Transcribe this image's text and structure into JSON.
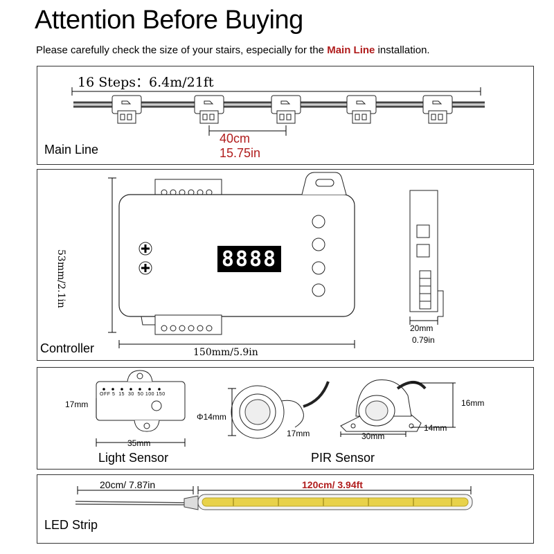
{
  "header": {
    "title": "Attention Before Buying",
    "notice_pre": "Please carefully check the size of your stairs, especially for the ",
    "notice_highlight": "Main Line",
    "notice_post": " installation."
  },
  "main_line": {
    "label": "Main Line",
    "steps_text": "16 Steps：6.4m/21ft",
    "spacing_cm": "40cm",
    "spacing_in": "15.75in"
  },
  "controller": {
    "label": "Controller",
    "height_dim": "53mm/2.1in",
    "width_dim": "150mm/5.9in",
    "depth_mm": "20mm",
    "depth_in": "0.79in",
    "display_digits": "8888",
    "dial_labels": [
      "OFF",
      "5",
      "15",
      "30",
      "50",
      "100",
      "150"
    ]
  },
  "sensors": {
    "light_label": "Light Sensor",
    "pir_label": "PIR Sensor",
    "light_height": "17mm",
    "light_width": "35mm",
    "pir_diameter": "Φ14mm",
    "pir_depth": "17mm",
    "pir2_width": "30mm",
    "pir2_depth": "14mm",
    "pir2_height": "16mm"
  },
  "led_strip": {
    "label": "LED Strip",
    "lead_length": "20cm/ 7.87in",
    "strip_length": "120cm/ 3.94ft",
    "strip_color": "#e8d24a"
  },
  "colors": {
    "accent": "#b01c1c",
    "border": "#333333"
  }
}
